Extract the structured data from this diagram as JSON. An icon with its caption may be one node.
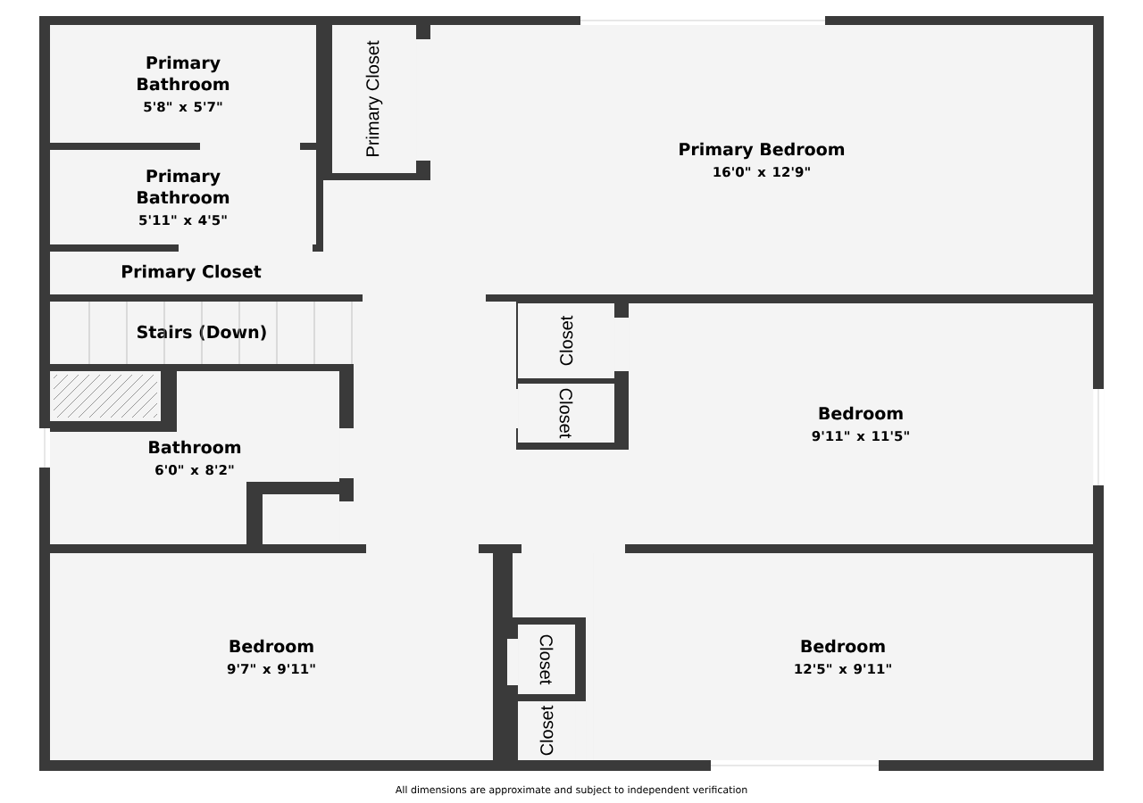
{
  "diagram": {
    "nodes": [
      {
        "text": [
          "Primary Bathroom",
          "5'8\" x 5'7\""
        ]
      },
      {
        "text": [
          "Primary Closet"
        ]
      },
      {
        "text": [
          "Primary Bedroom",
          "16'0\" x 12'9\""
        ]
      },
      {
        "text": [
          "Primary Bathroom",
          "5'11\" x 4'5\""
        ]
      },
      {
        "text": [
          "Primary Closet"
        ]
      },
      {
        "text": [
          "Stairs (Down)"
        ]
      },
      {
        "text": [
          "Bathroom",
          "6'0\" x 8'2\""
        ]
      },
      {
        "text": [
          "Closet"
        ]
      },
      {
        "text": [
          "Closet"
        ]
      },
      {
        "text": [
          "Bedroom",
          "9'11\" x 11'5\""
        ]
      },
      {
        "text": [
          "Bedroom",
          "9'7\" x 9'11\""
        ]
      },
      {
        "text": [
          "Bedroom",
          "12'5\" x 9'11\""
        ]
      },
      {
        "text": [
          "Closet"
        ]
      },
      {
        "text": [
          "Closet"
        ]
      }
    ],
    "edges": [],
    "labels": [
      "All dimensions are approximate and subject to independent verification"
    ]
  }
}
